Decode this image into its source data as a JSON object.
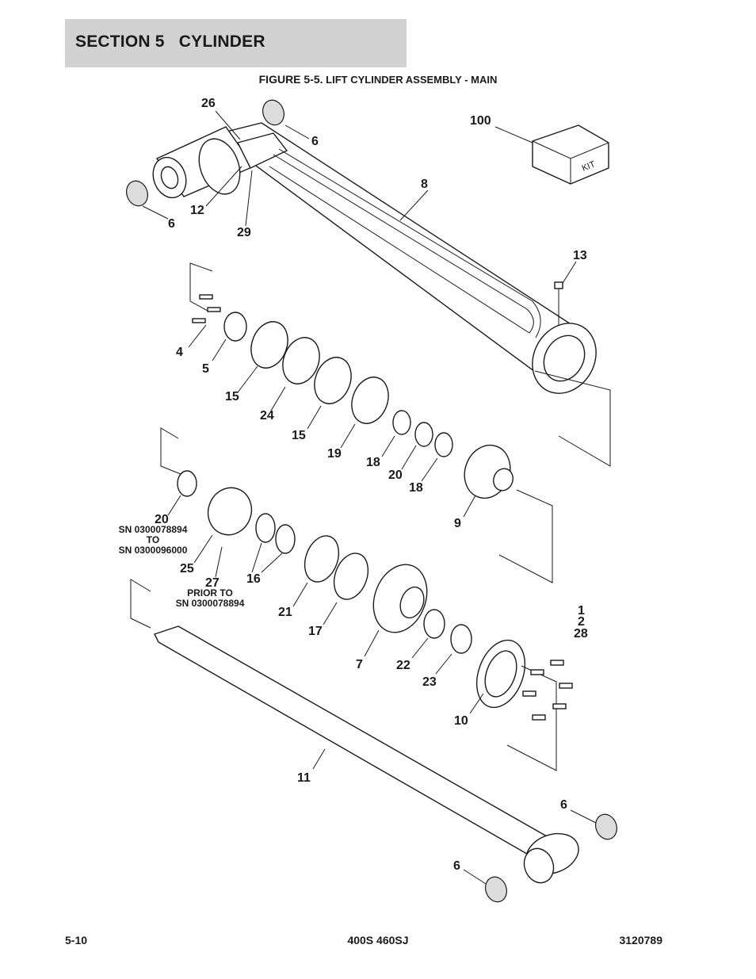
{
  "header": {
    "section_title": "SECTION 5   CYLINDER"
  },
  "figure": {
    "number": "FIGURE 5-5.",
    "title": "LIFT CYLINDER ASSEMBLY - MAIN",
    "callouts": [
      "26",
      "6",
      "100",
      "8",
      "12",
      "6",
      "29",
      "13",
      "4",
      "5",
      "15",
      "24",
      "15",
      "19",
      "18",
      "20",
      "18",
      "9",
      "20",
      "25",
      "27",
      "16",
      "21",
      "17",
      "7",
      "22",
      "23",
      "1",
      "2",
      "28",
      "10",
      "11",
      "6",
      "6"
    ],
    "kit_label": "KIT",
    "notes": {
      "sn_range_line1": "SN 0300078894",
      "sn_range_line2": "TO",
      "sn_range_line3": "SN 0300096000",
      "prior_line1": "PRIOR TO",
      "prior_line2": "SN 0300078894"
    }
  },
  "footer": {
    "page": "5-10",
    "model": "400S 460SJ",
    "doc_number": "3120789"
  }
}
